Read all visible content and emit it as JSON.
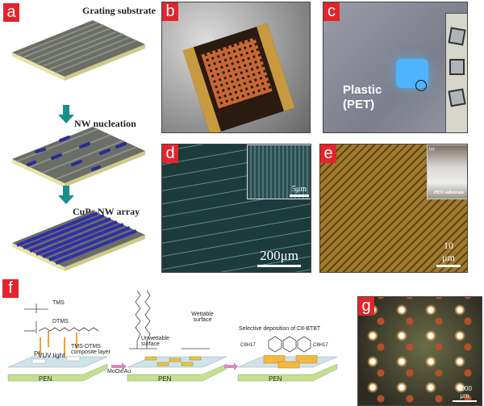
{
  "panels": {
    "a": {
      "label": "a",
      "steps": [
        "Grating substrate",
        "NW nucleation",
        "CuPc NW array"
      ]
    },
    "b": {
      "label": "b"
    },
    "c": {
      "label": "c",
      "text_line1": "Plastic",
      "text_line2": "(PET)"
    },
    "d": {
      "label": "d",
      "scale_main": "200μm",
      "scale_inset": "5μm"
    },
    "e": {
      "label": "e",
      "scale_main": "10 μm",
      "inset_tag": "(a)",
      "inset_caption": "PEN substrate"
    },
    "f": {
      "label": "f",
      "tms": "TMS",
      "dtms": "DTMS",
      "vuv": "VUV light",
      "composite": "TMS-DTMS composite layer",
      "moox": "MoOx/Au",
      "unwettable": "Unwettable surface",
      "wettable": "Wettable surface",
      "selective": "Selective deposition of C8-BTBT",
      "pi": "PI",
      "pen": "PEN",
      "c8h17_left": "C8H17",
      "c8h17_right": "C8H17"
    },
    "g": {
      "label": "g",
      "scale": "1000 μm"
    }
  },
  "colors": {
    "label_bg": "#e3242b",
    "arrow": "#1a8f8a",
    "nanowire": "#2a2a9a",
    "substrate": "#6b6e66"
  }
}
